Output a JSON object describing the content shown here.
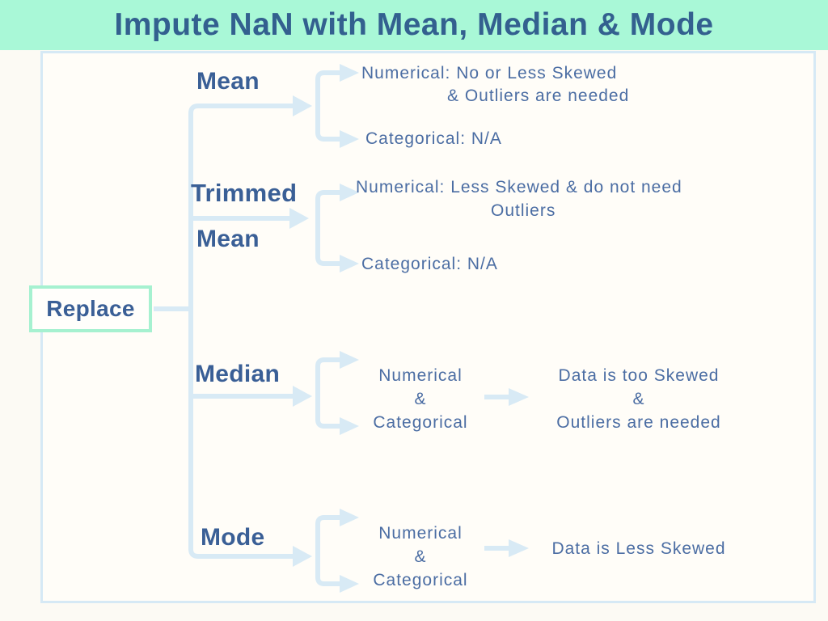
{
  "title": "Impute NaN with Mean, Median & Mode",
  "root": {
    "label": "Replace"
  },
  "branches": {
    "mean": {
      "label": "Mean",
      "numerical_line1": "Numerical: No or Less Skewed",
      "numerical_line2": "& Outliers are needed",
      "categorical": "Categorical: N/A"
    },
    "trimmed_mean": {
      "label_line1": "Trimmed",
      "label_line2": "Mean",
      "numerical_line1": "Numerical: Less Skewed & do not need",
      "numerical_line2": "Outliers",
      "categorical": "Categorical: N/A"
    },
    "median": {
      "label": "Median",
      "applies_line1": "Numerical",
      "applies_line2": "&",
      "applies_line3": "Categorical",
      "outcome_line1": "Data is too Skewed",
      "outcome_line2": "&",
      "outcome_line3": "Outliers are needed"
    },
    "mode": {
      "label": "Mode",
      "applies_line1": "Numerical",
      "applies_line2": "&",
      "applies_line3": "Categorical",
      "outcome_line1": "Data is Less Skewed"
    }
  },
  "colors": {
    "banner_bg": "#a9f8d7",
    "title_text": "#33608f",
    "label_text": "#3a5f96",
    "body_text": "#4b6da3",
    "line": "#d8eaf5",
    "replace_border": "#a6f1d0",
    "frame_border": "#d6e9f5",
    "page_bg": "#fcfaf4"
  }
}
